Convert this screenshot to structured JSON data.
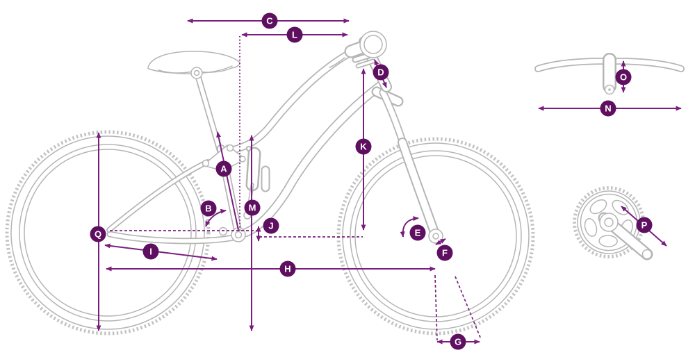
{
  "diagram": {
    "kind": "bicycle-geometry-diagram",
    "dims": {
      "A": "A",
      "B": "B",
      "C": "C",
      "D": "D",
      "E": "E",
      "F": "F",
      "G": "G",
      "H": "H",
      "I": "I",
      "J": "J",
      "K": "K",
      "L": "L",
      "M": "M",
      "N": "N",
      "O": "O",
      "P": "P",
      "Q": "Q"
    }
  },
  "colors": {
    "dimension_arrow": "#7a1e7e",
    "label_badge": "#5e0f60",
    "label_text": "#ffffff",
    "bike_outline": "#b5b5b5",
    "background": "#ffffff"
  }
}
